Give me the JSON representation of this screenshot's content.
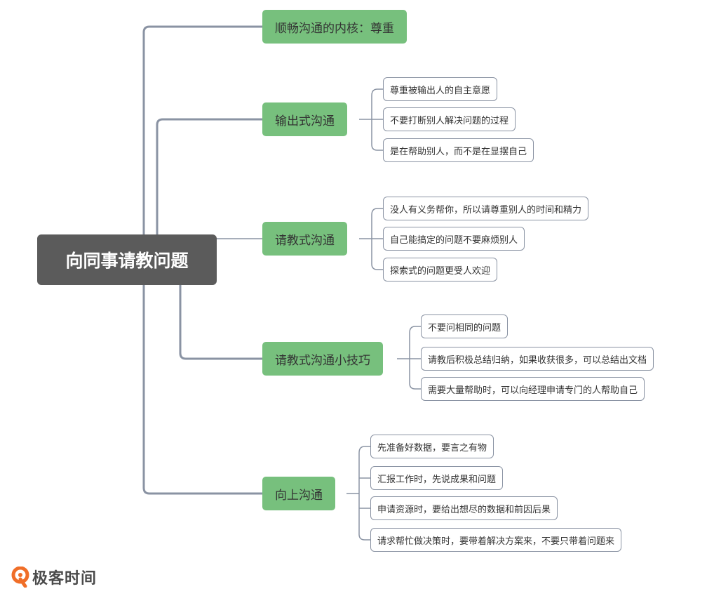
{
  "root": {
    "label": "向同事请教问题"
  },
  "branches": [
    {
      "label": "顺畅沟通的内核：尊重",
      "leaves": []
    },
    {
      "label": "输出式沟通",
      "leaves": [
        "尊重被输出人的自主意愿",
        "不要打断别人解决问题的过程",
        "是在帮助别人，而不是在显摆自己"
      ]
    },
    {
      "label": "请教式沟通",
      "leaves": [
        "没人有义务帮你，所以请尊重别人的时间和精力",
        "自己能搞定的问题不要麻烦别人",
        "探索式的问题更受人欢迎"
      ]
    },
    {
      "label": "请教式沟通小技巧",
      "leaves": [
        "不要问相同的问题",
        "请教后积极总结归纳，如果收获很多，可以总结出文档",
        "需要大量帮助时，可以向经理申请专门的人帮助自己"
      ]
    },
    {
      "label": "向上沟通",
      "leaves": [
        "先准备好数据，要言之有物",
        "汇报工作时，先说成果和问题",
        "申请资源时，要给出想尽的数据和前因后果",
        "请求帮忙做决策时，要带着解决方案来，不要只带着问题来"
      ]
    }
  ],
  "logo": {
    "text": "极客时间"
  },
  "colors": {
    "root": "#5b5b5b",
    "branch": "#77c07d",
    "connector": "#8a93a3"
  }
}
